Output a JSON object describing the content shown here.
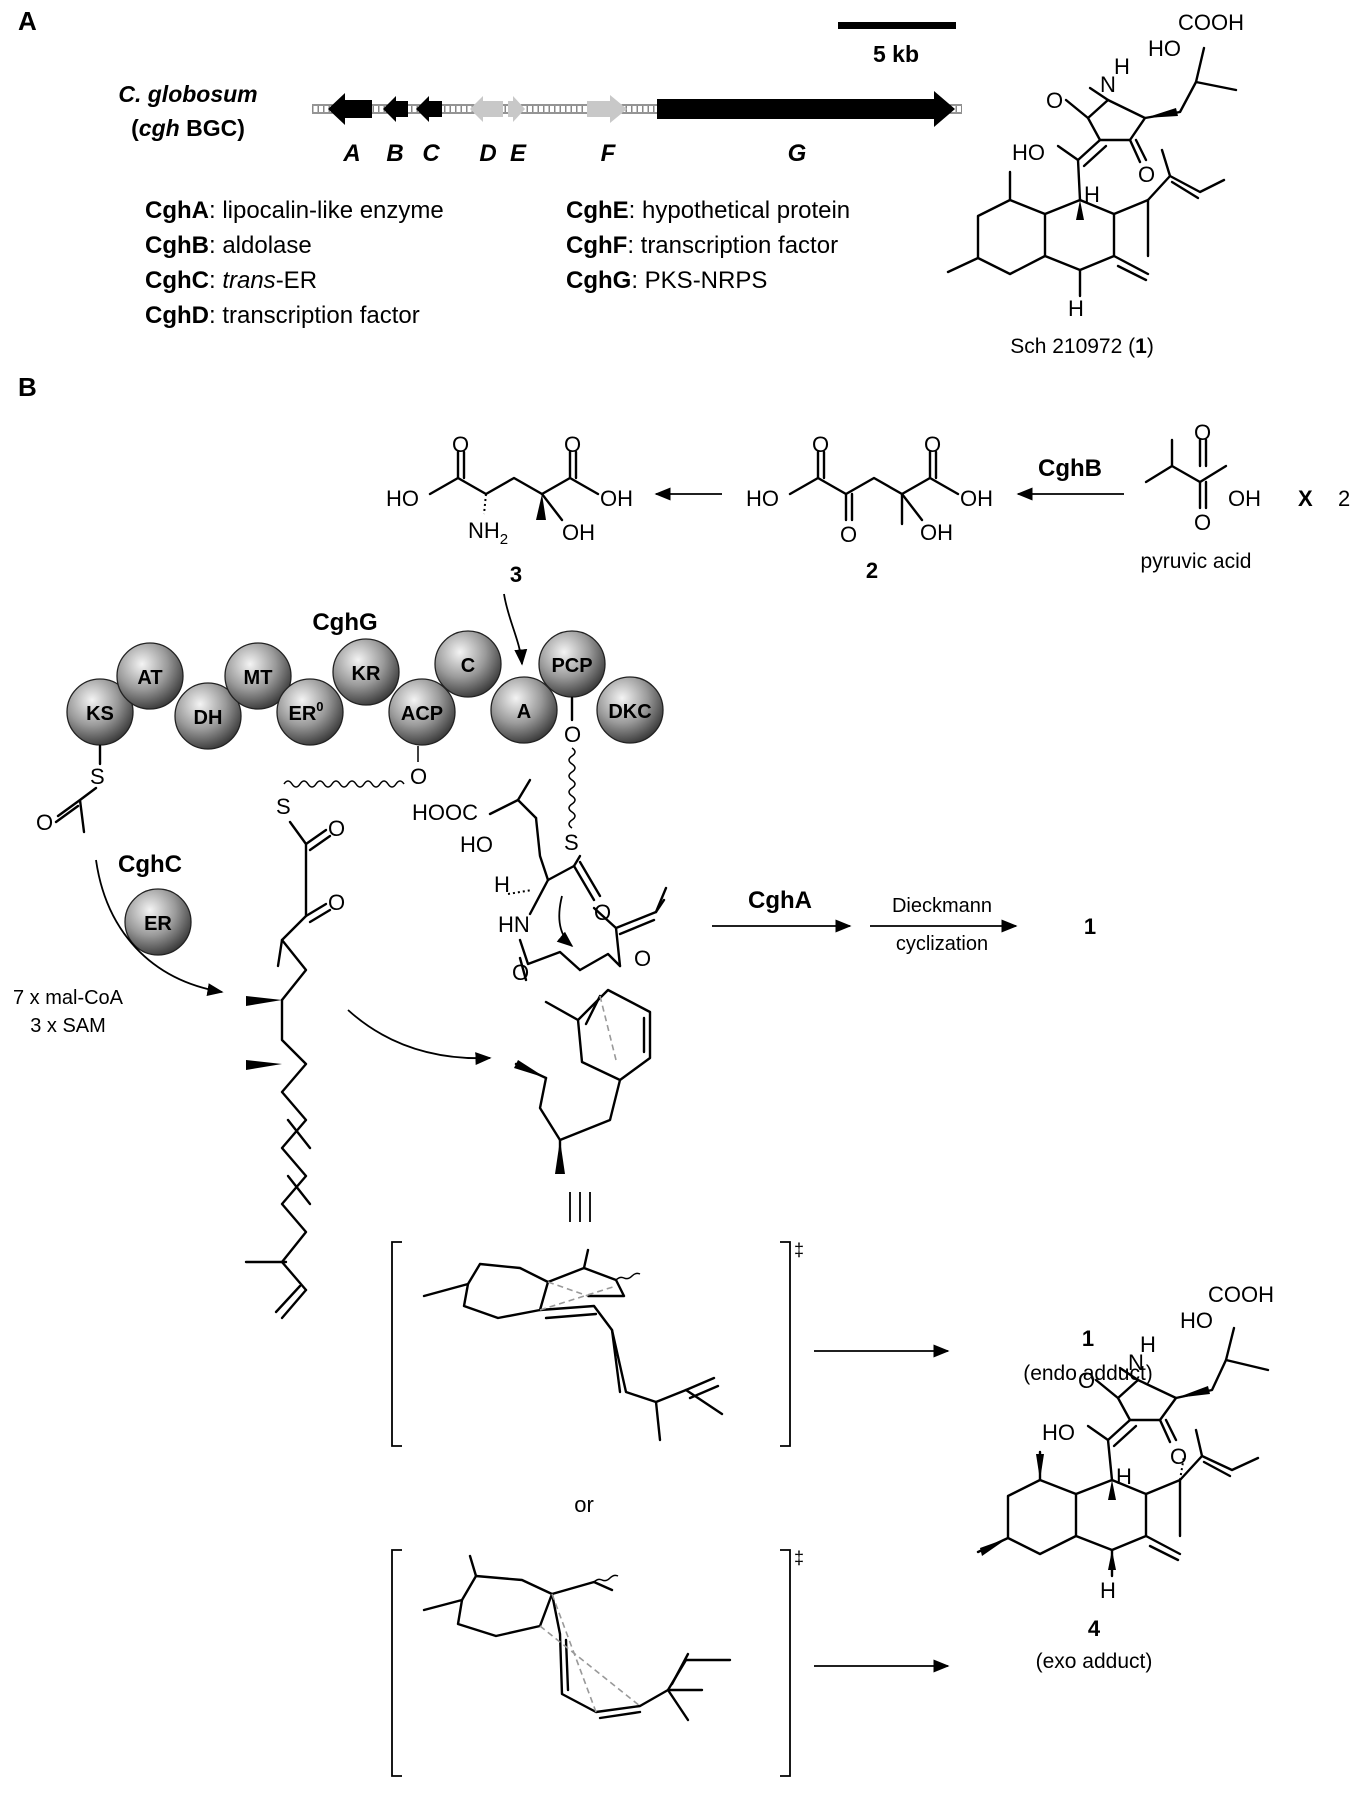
{
  "panel_a": {
    "label": "A",
    "organism": "C. globosum",
    "cluster_open": "(",
    "cluster_abbr": "cgh",
    "cluster_rest": " BGC)",
    "scale_label": "5 kb",
    "genes": [
      {
        "letter": "A",
        "color": "#000000",
        "direction": "left"
      },
      {
        "letter": "B",
        "color": "#000000",
        "direction": "left"
      },
      {
        "letter": "C",
        "color": "#000000",
        "direction": "left"
      },
      {
        "letter": "D",
        "color": "#c8c8c8",
        "direction": "left"
      },
      {
        "letter": "E",
        "color": "#c8c8c8",
        "direction": "right"
      },
      {
        "letter": "F",
        "color": "#c8c8c8",
        "direction": "right"
      },
      {
        "letter": "G",
        "color": "#000000",
        "direction": "right"
      }
    ],
    "legend_left": [
      {
        "name": "CghA",
        "desc_pre": ": lipocalin-like enzyme",
        "desc_it": "",
        "desc_post": ""
      },
      {
        "name": "CghB",
        "desc_pre": ": aldolase",
        "desc_it": "",
        "desc_post": ""
      },
      {
        "name": "CghC",
        "desc_pre": ": ",
        "desc_it": "trans",
        "desc_post": "-ER"
      },
      {
        "name": "CghD",
        "desc_pre": ": transcription factor",
        "desc_it": "",
        "desc_post": ""
      }
    ],
    "legend_right": [
      {
        "name": "CghE",
        "desc": ": hypothetical protein"
      },
      {
        "name": "CghF",
        "desc": ": transcription factor"
      },
      {
        "name": "CghG",
        "desc": ": PKS-NRPS"
      }
    ],
    "compound_caption_pre": "Sch 210972 (",
    "compound_caption_num": "1",
    "compound_caption_post": ")"
  },
  "panel_b": {
    "label": "B",
    "cghb_label": "CghB",
    "pyruvic_acid": "pyruvic acid",
    "times": "X",
    "times_count": "2",
    "compound_2": "2",
    "compound_3": "3",
    "cghg_label": "CghG",
    "cghc_label": "CghC",
    "cgha_label": "CghA",
    "domains": [
      "KS",
      "AT",
      "DH",
      "MT",
      "ER",
      "KR",
      "ACP",
      "C",
      "A",
      "PCP",
      "DKC"
    ],
    "er0_sup": "0",
    "standalone_er": "ER",
    "precursors": [
      "7 x mal-CoA",
      "3 x SAM"
    ],
    "dieckmann_line1": "Dieckmann",
    "dieckmann_line2": "cyclization",
    "product_1": "1",
    "endo_num": "1",
    "endo_label": "(endo adduct)",
    "or_text": "or",
    "ts_mark": "‡",
    "exo_num": "4",
    "exo_label": "(exo adduct)",
    "chem_labels": {
      "oh": "OH",
      "ho": "HO",
      "nh2": "NH",
      "nh2_sub": "2",
      "o": "O",
      "s": "S",
      "n": "N",
      "h": "H",
      "hn": "HN",
      "cooh": "COOH",
      "hooc": "HOOC"
    }
  },
  "colors": {
    "gene_black": "#000000",
    "gene_gray": "#c8c8c8",
    "domain_light": "#f2f2f2",
    "domain_dark": "#4a4a4a"
  }
}
